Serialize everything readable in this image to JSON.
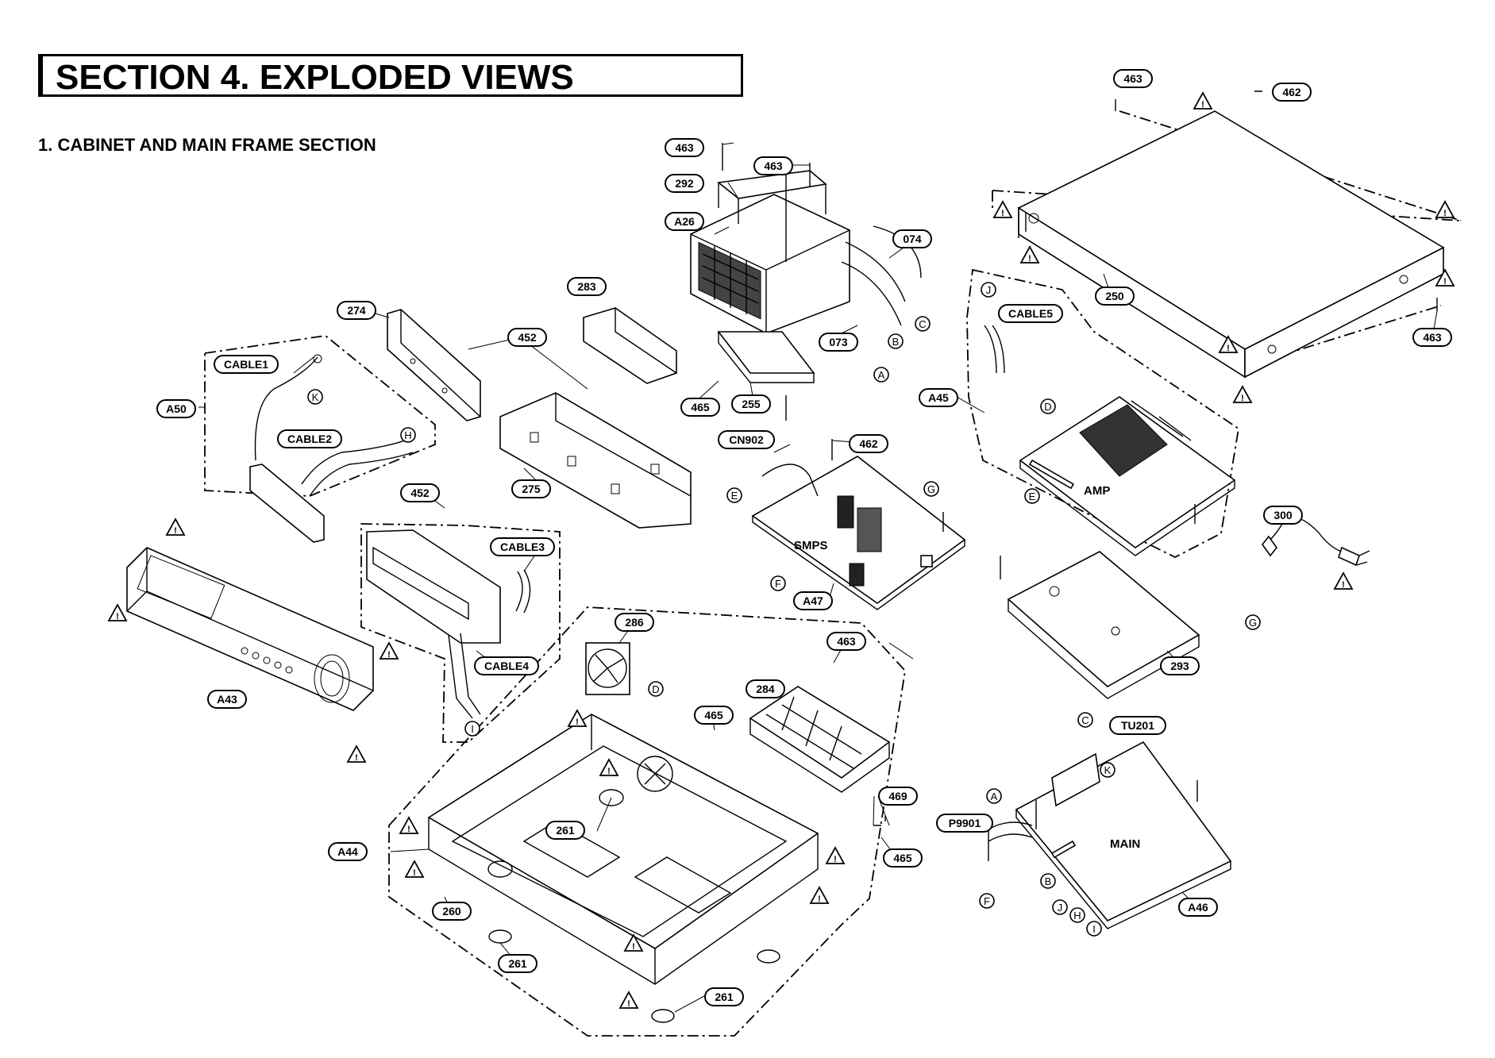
{
  "header": {
    "section_title": "SECTION 4. EXPLODED VIEWS",
    "subsection_title": "1. CABINET AND MAIN FRAME SECTION"
  },
  "board_labels": {
    "smps": "SMPS",
    "amp": "AMP",
    "main": "MAIN"
  },
  "callouts": [
    {
      "id": "c463a",
      "text": "463"
    },
    {
      "id": "c462a",
      "text": "462"
    },
    {
      "id": "c463b",
      "text": "463"
    },
    {
      "id": "c463c",
      "text": "463"
    },
    {
      "id": "c292",
      "text": "292"
    },
    {
      "id": "cA26",
      "text": "A26"
    },
    {
      "id": "c074",
      "text": "074"
    },
    {
      "id": "c073",
      "text": "073"
    },
    {
      "id": "c283",
      "text": "283"
    },
    {
      "id": "c274",
      "text": "274"
    },
    {
      "id": "c452a",
      "text": "452"
    },
    {
      "id": "c465a",
      "text": "465"
    },
    {
      "id": "c255",
      "text": "255"
    },
    {
      "id": "c250",
      "text": "250"
    },
    {
      "id": "c463d",
      "text": "463"
    },
    {
      "id": "cCABLE5",
      "text": "CABLE5"
    },
    {
      "id": "cA45",
      "text": "A45"
    },
    {
      "id": "cCABLE1",
      "text": "CABLE1"
    },
    {
      "id": "cA50",
      "text": "A50"
    },
    {
      "id": "cCABLE2",
      "text": "CABLE2"
    },
    {
      "id": "c275",
      "text": "275"
    },
    {
      "id": "cCN902",
      "text": "CN902"
    },
    {
      "id": "c462b",
      "text": "462"
    },
    {
      "id": "c452b",
      "text": "452"
    },
    {
      "id": "cCABLE3",
      "text": "CABLE3"
    },
    {
      "id": "cA47",
      "text": "A47"
    },
    {
      "id": "c300",
      "text": "300"
    },
    {
      "id": "c293",
      "text": "293"
    },
    {
      "id": "c286",
      "text": "286"
    },
    {
      "id": "c463e",
      "text": "463"
    },
    {
      "id": "c284",
      "text": "284"
    },
    {
      "id": "cCABLE4",
      "text": "CABLE4"
    },
    {
      "id": "cA43",
      "text": "A43"
    },
    {
      "id": "c465b",
      "text": "465"
    },
    {
      "id": "cTU201",
      "text": "TU201"
    },
    {
      "id": "c469",
      "text": "469"
    },
    {
      "id": "c261a",
      "text": "261"
    },
    {
      "id": "cA44",
      "text": "A44"
    },
    {
      "id": "c465c",
      "text": "465"
    },
    {
      "id": "cP9901",
      "text": "P9901"
    },
    {
      "id": "c260",
      "text": "260"
    },
    {
      "id": "c261b",
      "text": "261"
    },
    {
      "id": "c261c",
      "text": "261"
    },
    {
      "id": "cA46",
      "text": "A46"
    }
  ],
  "connector_marks": [
    {
      "id": "mK1",
      "text": "K"
    },
    {
      "id": "mH1",
      "text": "H"
    },
    {
      "id": "mC1",
      "text": "C"
    },
    {
      "id": "mB1",
      "text": "B"
    },
    {
      "id": "mA1",
      "text": "A"
    },
    {
      "id": "mJ1",
      "text": "J"
    },
    {
      "id": "mD1",
      "text": "D"
    },
    {
      "id": "mE1",
      "text": "E"
    },
    {
      "id": "mG1",
      "text": "G"
    },
    {
      "id": "mF1",
      "text": "F"
    },
    {
      "id": "mE2",
      "text": "E"
    },
    {
      "id": "mG2",
      "text": "G"
    },
    {
      "id": "mI1",
      "text": "I"
    },
    {
      "id": "mD2",
      "text": "D"
    },
    {
      "id": "mC2",
      "text": "C"
    },
    {
      "id": "mK2",
      "text": "K"
    },
    {
      "id": "mA2",
      "text": "A"
    },
    {
      "id": "mF2",
      "text": "F"
    },
    {
      "id": "mB2",
      "text": "B"
    },
    {
      "id": "mJ2",
      "text": "J"
    },
    {
      "id": "mH2",
      "text": "H"
    },
    {
      "id": "mI2",
      "text": "I"
    }
  ],
  "warning_symbol": "!"
}
